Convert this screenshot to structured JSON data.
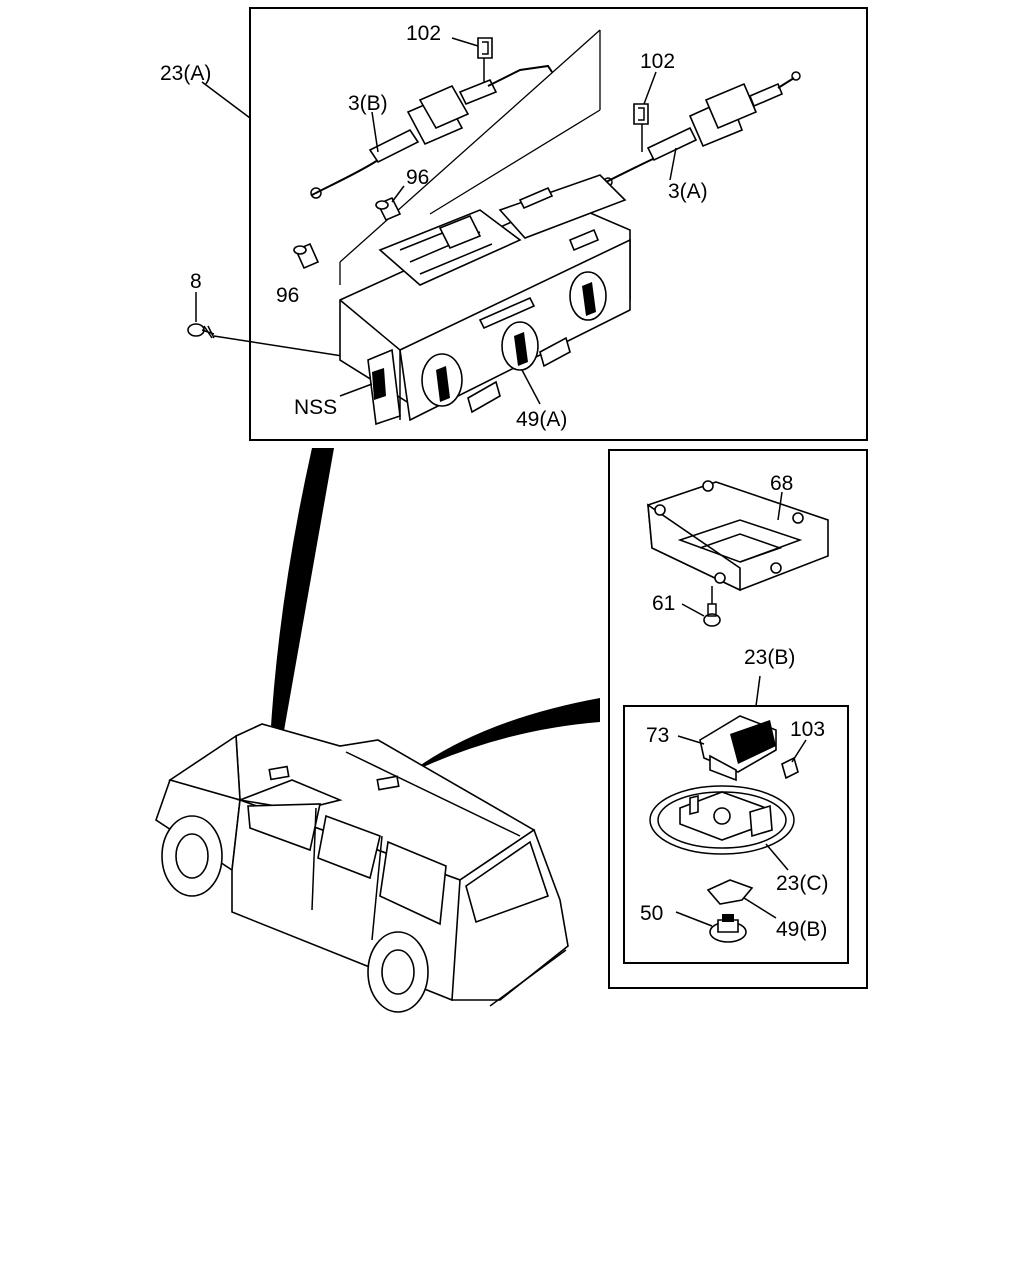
{
  "labels": {
    "hvac_assembly": "23(A)",
    "cable_b": "3(B)",
    "clip_left": "102",
    "clip_right": "102",
    "cable_a": "3(A)",
    "bulb_upper": "96",
    "bulb_lower": "96",
    "screw_8": "8",
    "nss": "NSS",
    "knob_panel_a": "49(A)",
    "bracket_68": "68",
    "screw_61": "61",
    "rear_unit_b": "23(B)",
    "switch_73": "73",
    "clip_103": "103",
    "gasket_c": "23(C)",
    "knob_50": "50",
    "knob_panel_b": "49(B)"
  },
  "colors": {
    "line": "#000000",
    "background": "#ffffff"
  }
}
